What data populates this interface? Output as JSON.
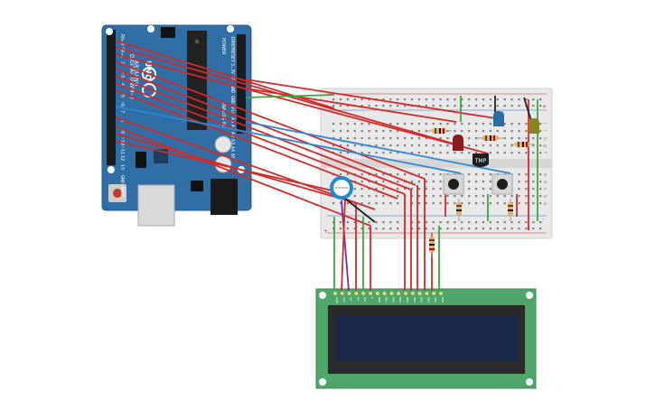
{
  "arduino": {
    "model_text": "UNO",
    "brand_text": "ARDUINO",
    "power_header_labels": [
      "IOREF",
      "RESET",
      "3.3V",
      "5V",
      "GND",
      "GND",
      "Vin"
    ],
    "analog_label": "ANALOG IN",
    "analog_pins": [
      "A0",
      "A1",
      "A2",
      "A3",
      "A4",
      "A5"
    ],
    "power_label": "POWER",
    "digital_label": "DIGITAL (PWM~)",
    "digital_pins": [
      "AREF",
      "GND",
      "13",
      "12",
      "~11",
      "~10",
      "~9",
      "8",
      "7",
      "~6",
      "~5",
      "4",
      "~3",
      "2",
      "TX→1",
      "RX←0"
    ],
    "left_small_labels": [
      "ICSP2",
      "L",
      "TX",
      "RX",
      "ON"
    ],
    "board_color": "#2e6da4"
  },
  "breadboard": {
    "row_letters_top": [
      "j",
      "i",
      "h",
      "g",
      "f"
    ],
    "row_letters_bottom": [
      "e",
      "d",
      "c",
      "b",
      "a"
    ],
    "rail_signs": [
      "+",
      "-"
    ],
    "column_numbers": [
      "1",
      "5",
      "10",
      "15",
      "20",
      "25",
      "30"
    ]
  },
  "components": {
    "temp_sensor_label": "TMP",
    "led_red_color": "#8b1a1a",
    "led_blue_color": "#2a6fa0",
    "led_yellow_color": "#8a8420"
  },
  "lcd": {
    "pin_labels": [
      "GND",
      "VCC",
      "V0",
      "RS",
      "RW",
      "E",
      "DB0",
      "DB1",
      "DB2",
      "DB3",
      "DB4",
      "DB5",
      "DB6",
      "DB7",
      "LED",
      "LED"
    ],
    "board_color": "#4fa66a",
    "screen_color": "#1b2a4a"
  },
  "wire_colors": {
    "red": "#d42a2a",
    "green": "#3aa83a",
    "blue": "#2a8ad4",
    "purple": "#7a2aa0",
    "black": "#222222"
  }
}
